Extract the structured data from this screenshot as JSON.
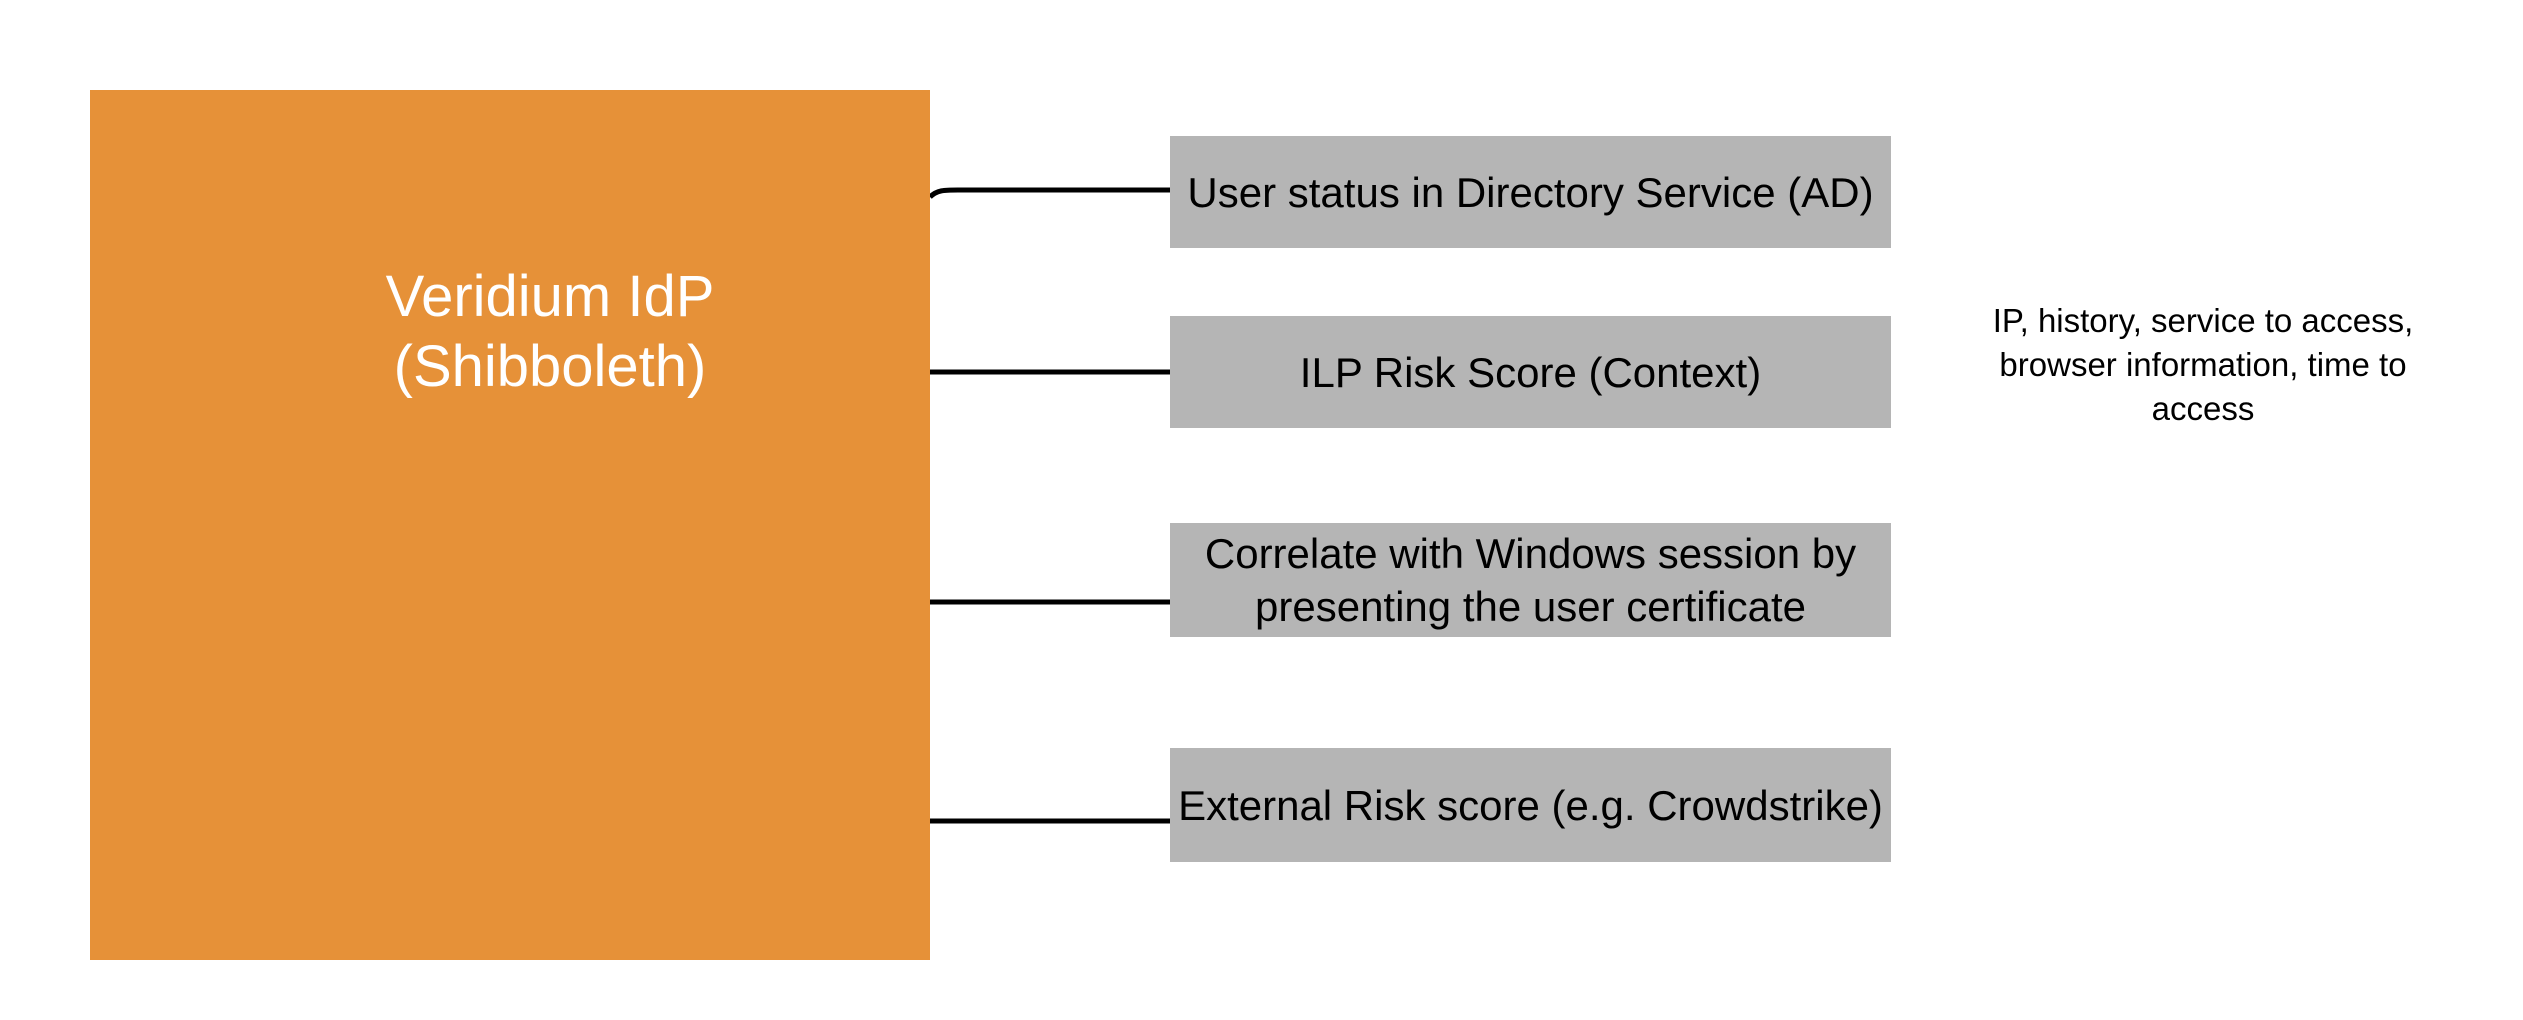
{
  "diagram": {
    "main_box": {
      "label": "Veridium IdP\n(Shibboleth)"
    },
    "factors": [
      {
        "label": "User status in Directory Service (AD)"
      },
      {
        "label": "ILP Risk Score (Context)"
      },
      {
        "label": "Correlate with Windows session by presenting the user certificate"
      },
      {
        "label": "External Risk score (e.g. Crowdstrike)"
      }
    ],
    "annotation": {
      "text": "IP, history, service to access, browser information, time to access"
    }
  },
  "colors": {
    "canvas-bg": "#FFFFFF",
    "main-box-fill": "#E69138",
    "main-box-text": "#FFFFFF",
    "factor-box-fill": "#B5B5B5",
    "factor-box-text": "#000000",
    "connector": "#000000",
    "annotation-text": "#000000"
  }
}
